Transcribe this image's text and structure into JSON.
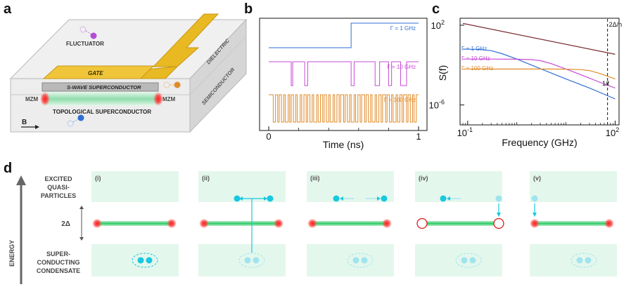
{
  "panel_a": {
    "label": "a",
    "gate": "GATE",
    "fluctuator": "FLUCTUATOR",
    "dielectric": "DIELECTRIC",
    "semiconductor": "SEMICONDUCTOR",
    "s_wave": "S-WAVE SUPERCONDUCTOR",
    "topo": "TOPOLOGICAL SUPERCONDUCTOR",
    "mzm_left": "MZM",
    "mzm_right": "MZM",
    "b_field": "B"
  },
  "panel_b": {
    "label": "b"
  },
  "panel_c": {
    "label": "c"
  },
  "panel_d": {
    "label": "d",
    "energy_axis": "ENERGY",
    "row_excited": [
      "EXCITED",
      "QUASI-",
      "PARTICLES"
    ],
    "gap_label": "2Δ",
    "row_condensate": [
      "SUPER-",
      "CONDUCTING",
      "CONDENSATE"
    ],
    "steps": [
      "(i)",
      "(ii)",
      "(iii)",
      "(iv)",
      "(v)"
    ]
  },
  "chart_data": [
    {
      "type": "line",
      "xlabel": "Time (ns)",
      "ylabel": "",
      "xlim": [
        0,
        1
      ],
      "x_ticks": [
        "0",
        "1"
      ],
      "series": [
        {
          "name": "Γ = 1 GHz",
          "color": "#2f6fd4",
          "switch_times": [
            0.55
          ]
        },
        {
          "name": "Γ = 10 GHz",
          "color": "#c64ad6",
          "switch_times": [
            0.15,
            0.16,
            0.24,
            0.26,
            0.55,
            0.57,
            0.71,
            0.74,
            0.8,
            0.82,
            0.88,
            0.92
          ]
        },
        {
          "name": "Γ = 100 GHz",
          "color": "#e08b2a",
          "switch_times": [
            0.03,
            0.045,
            0.06,
            0.07,
            0.085,
            0.1,
            0.11,
            0.13,
            0.14,
            0.15,
            0.165,
            0.18,
            0.19,
            0.21,
            0.22,
            0.235,
            0.25,
            0.26,
            0.275,
            0.29,
            0.3,
            0.32,
            0.33,
            0.345,
            0.36,
            0.37,
            0.385,
            0.4,
            0.41,
            0.43,
            0.44,
            0.455,
            0.47,
            0.48,
            0.5,
            0.51,
            0.525,
            0.54,
            0.55,
            0.57,
            0.58,
            0.595,
            0.61,
            0.62,
            0.64,
            0.65,
            0.665,
            0.68,
            0.69,
            0.71,
            0.72,
            0.735,
            0.75,
            0.76,
            0.78,
            0.79,
            0.805,
            0.82,
            0.83,
            0.85,
            0.86,
            0.875,
            0.89,
            0.9,
            0.92,
            0.93,
            0.945,
            0.96,
            0.97,
            0.985
          ]
        }
      ]
    },
    {
      "type": "line",
      "xlabel": "Frequency (GHz)",
      "ylabel": "S(f)",
      "xscale": "log",
      "yscale": "log",
      "xlim": [
        0.07,
        120
      ],
      "ylim": [
        1e-08,
        500.0
      ],
      "x_ticks": [
        {
          "value": 0.1,
          "label": "10-1"
        },
        {
          "value": 100,
          "label": "102"
        }
      ],
      "y_ticks": [
        {
          "value": 100,
          "label": "102"
        },
        {
          "value": 1e-06,
          "label": "10-6"
        }
      ],
      "annotations": [
        {
          "text": "2Δ/h",
          "x": 70
        },
        {
          "text": "1/f"
        }
      ],
      "series": [
        {
          "name": "1/f",
          "color": "#7a2f35",
          "x": [
            0.08,
            100
          ],
          "y": [
            150,
            0.12
          ]
        },
        {
          "name": "Γ = 1 GHz",
          "color": "#2f6fd4",
          "x": [
            0.08,
            0.12,
            0.18,
            0.3,
            0.5,
            1,
            2,
            5,
            10,
            30,
            100
          ],
          "y": [
            0.4,
            0.39,
            0.37,
            0.28,
            0.14,
            0.04,
            0.01,
            0.0016,
            0.0004,
            5e-05,
            4e-06
          ]
        },
        {
          "name": "Γ = 10 GHz",
          "color": "#c64ad6",
          "x": [
            0.08,
            0.3,
            1,
            2,
            3,
            5,
            10,
            20,
            50,
            100
          ],
          "y": [
            0.04,
            0.04,
            0.039,
            0.035,
            0.028,
            0.014,
            0.004,
            0.0011,
            0.00018,
            5e-05
          ]
        },
        {
          "name": "Γ = 100 GHz",
          "color": "#e08b2a",
          "x": [
            0.08,
            1,
            5,
            10,
            20,
            30,
            50,
            100
          ],
          "y": [
            0.004,
            0.004,
            0.004,
            0.0039,
            0.0035,
            0.0028,
            0.0014,
            0.0004
          ]
        }
      ]
    }
  ]
}
